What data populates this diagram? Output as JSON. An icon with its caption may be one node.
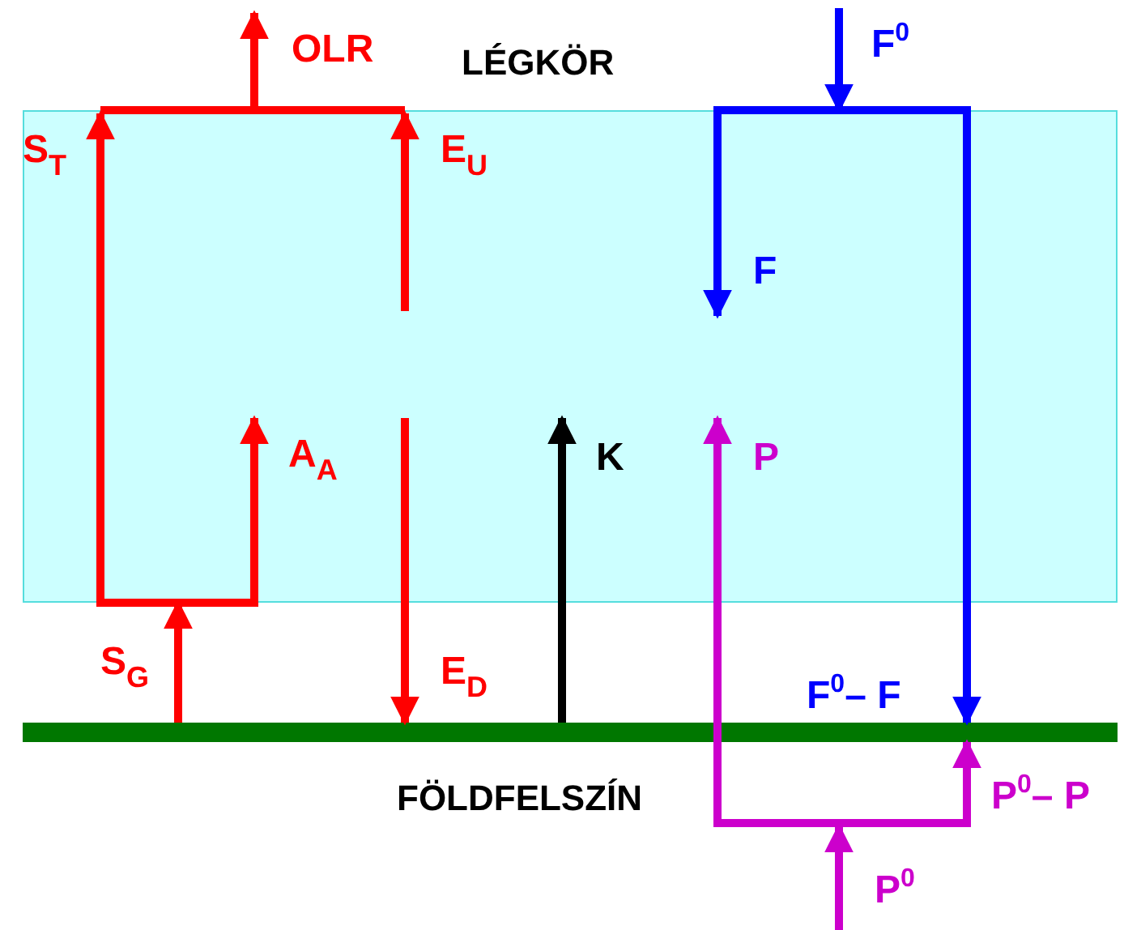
{
  "diagram": {
    "nodes": [
      {
        "text": [
          "LÉGKÖR"
        ]
      },
      {
        "text": [
          "FÖLDFELSZÍN"
        ]
      }
    ],
    "edges": [
      {
        "from": 0,
        "to": null,
        "arrow": "to",
        "label": "OLR",
        "color": "#ff0000"
      },
      {
        "from": null,
        "to": 0,
        "arrow": "to",
        "label": "F$^{0}$",
        "color": "#0000ff"
      },
      {
        "from": 1,
        "to": 0,
        "arrow": "to",
        "label": "S$_{G}$",
        "color": "#ff0000"
      },
      {
        "from": 0,
        "to": 1,
        "arrow": "to",
        "label": "E$_{D}$",
        "color": "#ff0000"
      },
      {
        "from": 1,
        "to": 0,
        "arrow": "to",
        "label": "K",
        "color": "#000000"
      },
      {
        "from": 0,
        "to": 1,
        "arrow": "to",
        "label": "F$^{0}$– F",
        "color": "#0000ff"
      },
      {
        "from": null,
        "to": 0,
        "arrow": "to",
        "label": "P",
        "color": "#cc00cc"
      },
      {
        "from": null,
        "to": 1,
        "arrow": "to",
        "label": "P$^{0}$– P",
        "color": "#cc00cc"
      }
    ],
    "labels": [
      "S$_{T}$",
      "E$_{U}$",
      "F",
      "A$_{A}$",
      "P$^{0}$"
    ]
  }
}
